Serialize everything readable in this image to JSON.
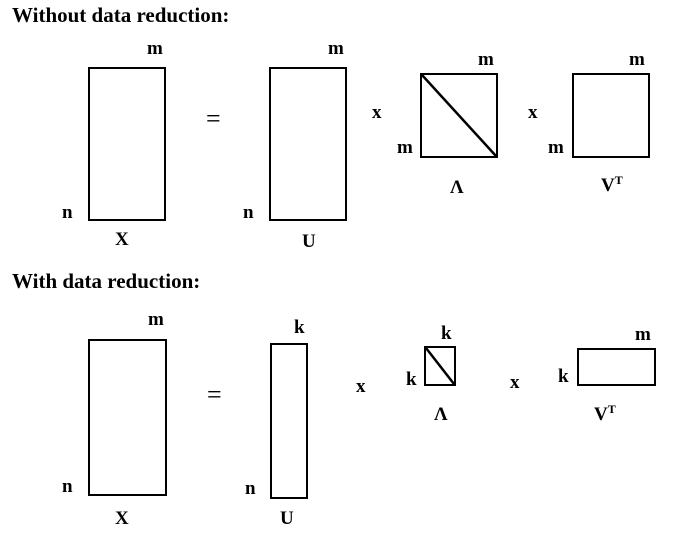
{
  "top": {
    "heading": "Without data reduction:",
    "X": {
      "cols": "m",
      "rows": "n",
      "name": "X"
    },
    "equals": "=",
    "U": {
      "cols": "m",
      "rows": "n",
      "name": "U"
    },
    "times1": "x",
    "Lambda": {
      "cols": "m",
      "rows": "m",
      "name": "Λ"
    },
    "times2": "x",
    "VT": {
      "cols": "m",
      "rows": "m",
      "name": "V",
      "sup": "T"
    }
  },
  "bottom": {
    "heading": "With data reduction:",
    "X": {
      "cols": "m",
      "rows": "n",
      "name": "X"
    },
    "equals": "=",
    "U": {
      "cols": "k",
      "rows": "n",
      "name": "U"
    },
    "times1": "x",
    "Lambda": {
      "cols": "k",
      "rows": "k",
      "name": "Λ"
    },
    "times2": "x",
    "VT": {
      "cols": "m",
      "rows": "k",
      "name": "V",
      "sup": "T"
    }
  }
}
